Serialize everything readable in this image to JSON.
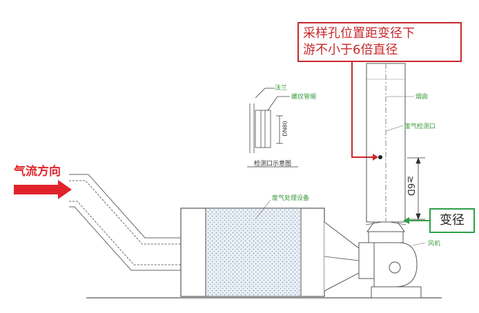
{
  "callout": {
    "line1": "采样孔位置距变径下",
    "line2": "游不小于6倍直径"
  },
  "airflow_label": "气流方向",
  "reducer_label": "变径",
  "dim_label": "≥6D",
  "labels": {
    "chimney": "烟囱",
    "sampling_port": "废气检测口",
    "equipment": "废气处理设备",
    "fan": "风机",
    "detail_caption": "检测口示意图",
    "detail_flange": "法兰",
    "detail_socket": "螺纹管帽",
    "detail_dim": "DN80"
  },
  "colors": {
    "accent_red": "#c8282b",
    "accent_green": "#2e9e4a",
    "line": "#555555"
  }
}
